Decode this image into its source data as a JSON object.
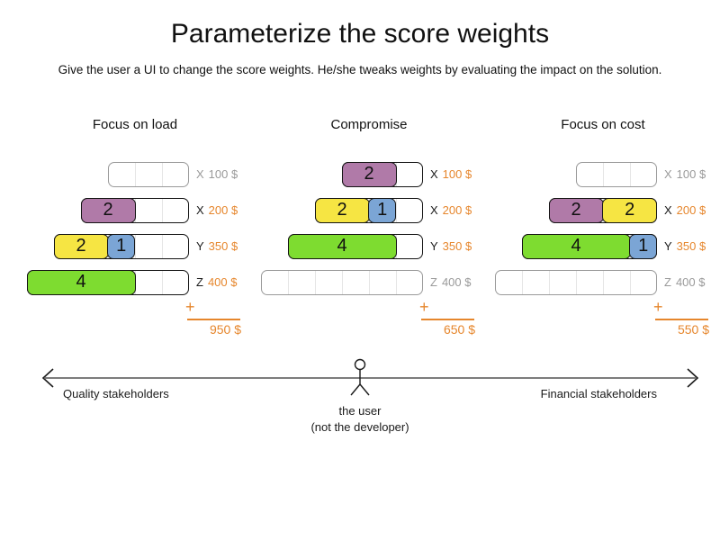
{
  "page": {
    "title": "Parameterize the score weights",
    "subtitle": "Give the user a UI to change the score weights. He/she tweaks weights by evaluating the impact on the solution."
  },
  "colors": {
    "purple": "#b07aa8",
    "yellow": "#f6e543",
    "blue": "#7ba5d5",
    "green": "#7edc30",
    "orange": "#e6862c",
    "muted_gray": "#9a9a9a"
  },
  "panels": [
    {
      "title": "Focus on load",
      "rows": [
        {
          "letter": "X",
          "price": "100 $",
          "blocks": []
        },
        {
          "letter": "X",
          "price": "200 $",
          "blocks": [
            {
              "value": "2",
              "color": "purple"
            }
          ]
        },
        {
          "letter": "Y",
          "price": "350 $",
          "blocks": [
            {
              "value": "2",
              "color": "yellow"
            },
            {
              "value": "1",
              "color": "blue"
            }
          ]
        },
        {
          "letter": "Z",
          "price": "400 $",
          "blocks": [
            {
              "value": "4",
              "color": "green"
            }
          ]
        }
      ],
      "plus": "+",
      "total": "950 $"
    },
    {
      "title": "Compromise",
      "rows": [
        {
          "letter": "X",
          "price": "100 $",
          "blocks": [
            {
              "value": "2",
              "color": "purple"
            }
          ]
        },
        {
          "letter": "X",
          "price": "200 $",
          "blocks": [
            {
              "value": "2",
              "color": "yellow"
            },
            {
              "value": "1",
              "color": "blue"
            }
          ]
        },
        {
          "letter": "Y",
          "price": "350 $",
          "blocks": [
            {
              "value": "4",
              "color": "green"
            }
          ]
        },
        {
          "letter": "Z",
          "price": "400 $",
          "blocks": []
        }
      ],
      "plus": "+",
      "total": "650 $"
    },
    {
      "title": "Focus on cost",
      "rows": [
        {
          "letter": "X",
          "price": "100 $",
          "blocks": []
        },
        {
          "letter": "X",
          "price": "200 $",
          "blocks": [
            {
              "value": "2",
              "color": "purple"
            },
            {
              "value": "2",
              "color": "yellow"
            }
          ]
        },
        {
          "letter": "Y",
          "price": "350 $",
          "blocks": [
            {
              "value": "4",
              "color": "green"
            },
            {
              "value": "1",
              "color": "blue"
            }
          ]
        },
        {
          "letter": "Z",
          "price": "400 $",
          "blocks": []
        }
      ],
      "plus": "+",
      "total": "550 $"
    }
  ],
  "axis": {
    "left_label": "Quality stakeholders",
    "right_label": "Financial stakeholders",
    "actor_line1": "the user",
    "actor_line2": "(not the developer)"
  }
}
